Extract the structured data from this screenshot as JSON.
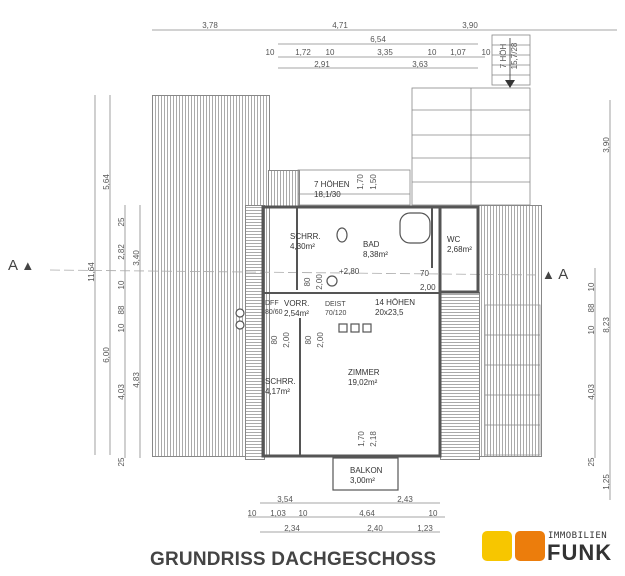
{
  "title": "GRUNDRISS DACHGESCHOSS",
  "logo": {
    "line1": "IMMOBILIEN",
    "line2": "FUNK",
    "colors": [
      "#f7c600",
      "#ec7d0c"
    ]
  },
  "section_marker": "A",
  "dims_top": {
    "row1": [
      "3,78",
      "4,71",
      "3,90"
    ],
    "row2": [
      "6,54"
    ],
    "row3": [
      "10",
      "1,72",
      "10",
      "3,35",
      "10",
      "1,07",
      "10"
    ],
    "row4": [
      "2,91",
      "3,63"
    ],
    "stair": [
      "7 HÖH",
      "15,7/28"
    ]
  },
  "dims_left": {
    "outer": "11,64",
    "mid": [
      "5,64",
      "6,00"
    ],
    "inner": [
      "25",
      "2,82",
      "10",
      "88",
      "10",
      "4,03",
      "25"
    ],
    "inner2": [
      "3,40",
      "4,83"
    ]
  },
  "dims_right": {
    "inner": [
      "10",
      "88",
      "10",
      "4,03",
      "25"
    ],
    "outer": [
      "3,90",
      "8,23",
      "1,25"
    ]
  },
  "dims_bottom": {
    "row1": [
      "3,54",
      "2,43"
    ],
    "row2": [
      "10",
      "1,03",
      "10",
      "4,64",
      "10"
    ],
    "row3": [
      "2,34",
      "2,40",
      "1,23"
    ]
  },
  "rooms": {
    "schrr1": {
      "name": "SCHRR.",
      "area": "4,30m²"
    },
    "bad": {
      "name": "BAD",
      "area": "8,38m²"
    },
    "wc": {
      "name": "WC",
      "area": "2,68m²"
    },
    "vorr": {
      "name": "VORR.",
      "area": "2,54m²"
    },
    "schrr2": {
      "name": "SCHRR.",
      "area": "4,17m²"
    },
    "zimmer": {
      "name": "ZIMMER",
      "area": "19,02m²"
    },
    "balkon": {
      "name": "BALKON",
      "area": "3,00m²"
    }
  },
  "annotations": {
    "stair_top": [
      "7 HÖHEN",
      "18,1/30"
    ],
    "stair_top_dims": [
      "1,70",
      "1,50"
    ],
    "height_mark": "+2,80",
    "wc_door": [
      "70",
      "2,00"
    ],
    "dff": [
      "DFF",
      "80/60"
    ],
    "deist": [
      "DEIST",
      "70/120"
    ],
    "stair_main": [
      "14 HÖHEN",
      "20x23,5"
    ],
    "door_bad": [
      "80",
      "2,00"
    ],
    "door_schrr": [
      "80",
      "2,00"
    ],
    "door_zimmer": [
      "80",
      "2,00"
    ],
    "door_balkon": [
      "1,70",
      "2,18"
    ]
  }
}
